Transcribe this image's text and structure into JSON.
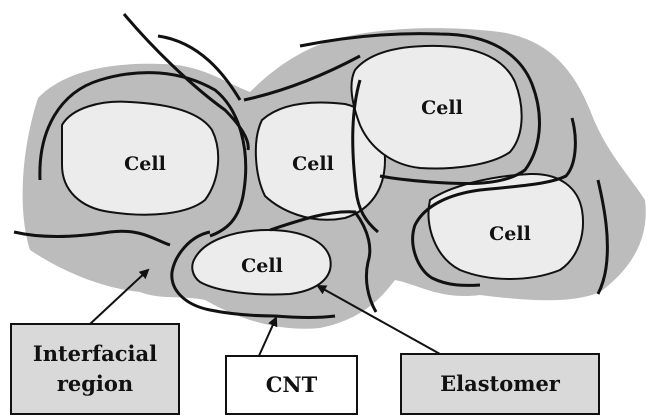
{
  "colors": {
    "interfacial": "#bcbcbc",
    "elastomer": "#ececec",
    "line": "#111111",
    "background": "#ffffff"
  },
  "cells": [
    {
      "label": "Cell"
    },
    {
      "label": "Cell"
    },
    {
      "label": "Cell"
    },
    {
      "label": "Cell"
    },
    {
      "label": "Cell"
    }
  ],
  "legend": {
    "interfacial": "Interfacial region",
    "cnt": "CNT",
    "elastomer": "Elastomer"
  }
}
